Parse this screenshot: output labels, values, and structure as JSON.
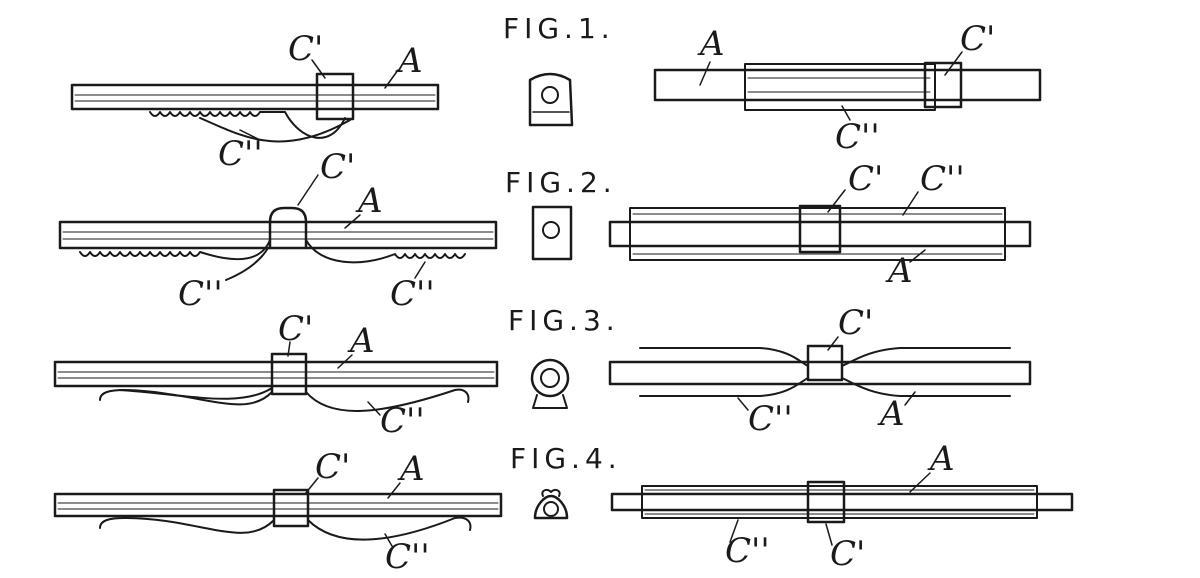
{
  "figures": [
    {
      "title": "FIG.1.",
      "left_labels": [
        "C'",
        "A",
        "C''"
      ],
      "right_labels": [
        "A",
        "C'",
        "C''"
      ]
    },
    {
      "title": "FIG.2.",
      "left_labels": [
        "C'",
        "A",
        "C''",
        "C''"
      ],
      "right_labels": [
        "C'",
        "C''",
        "A"
      ]
    },
    {
      "title": "FIG.3.",
      "left_labels": [
        "C'",
        "A",
        "C''"
      ],
      "right_labels": [
        "C'",
        "C''",
        "A"
      ]
    },
    {
      "title": "FIG.4.",
      "left_labels": [
        "C'",
        "A",
        "C''"
      ],
      "right_labels": [
        "A",
        "C''",
        "C'"
      ]
    }
  ],
  "colors": {
    "ink": "#1a1a1a",
    "paper": "#ffffff"
  }
}
